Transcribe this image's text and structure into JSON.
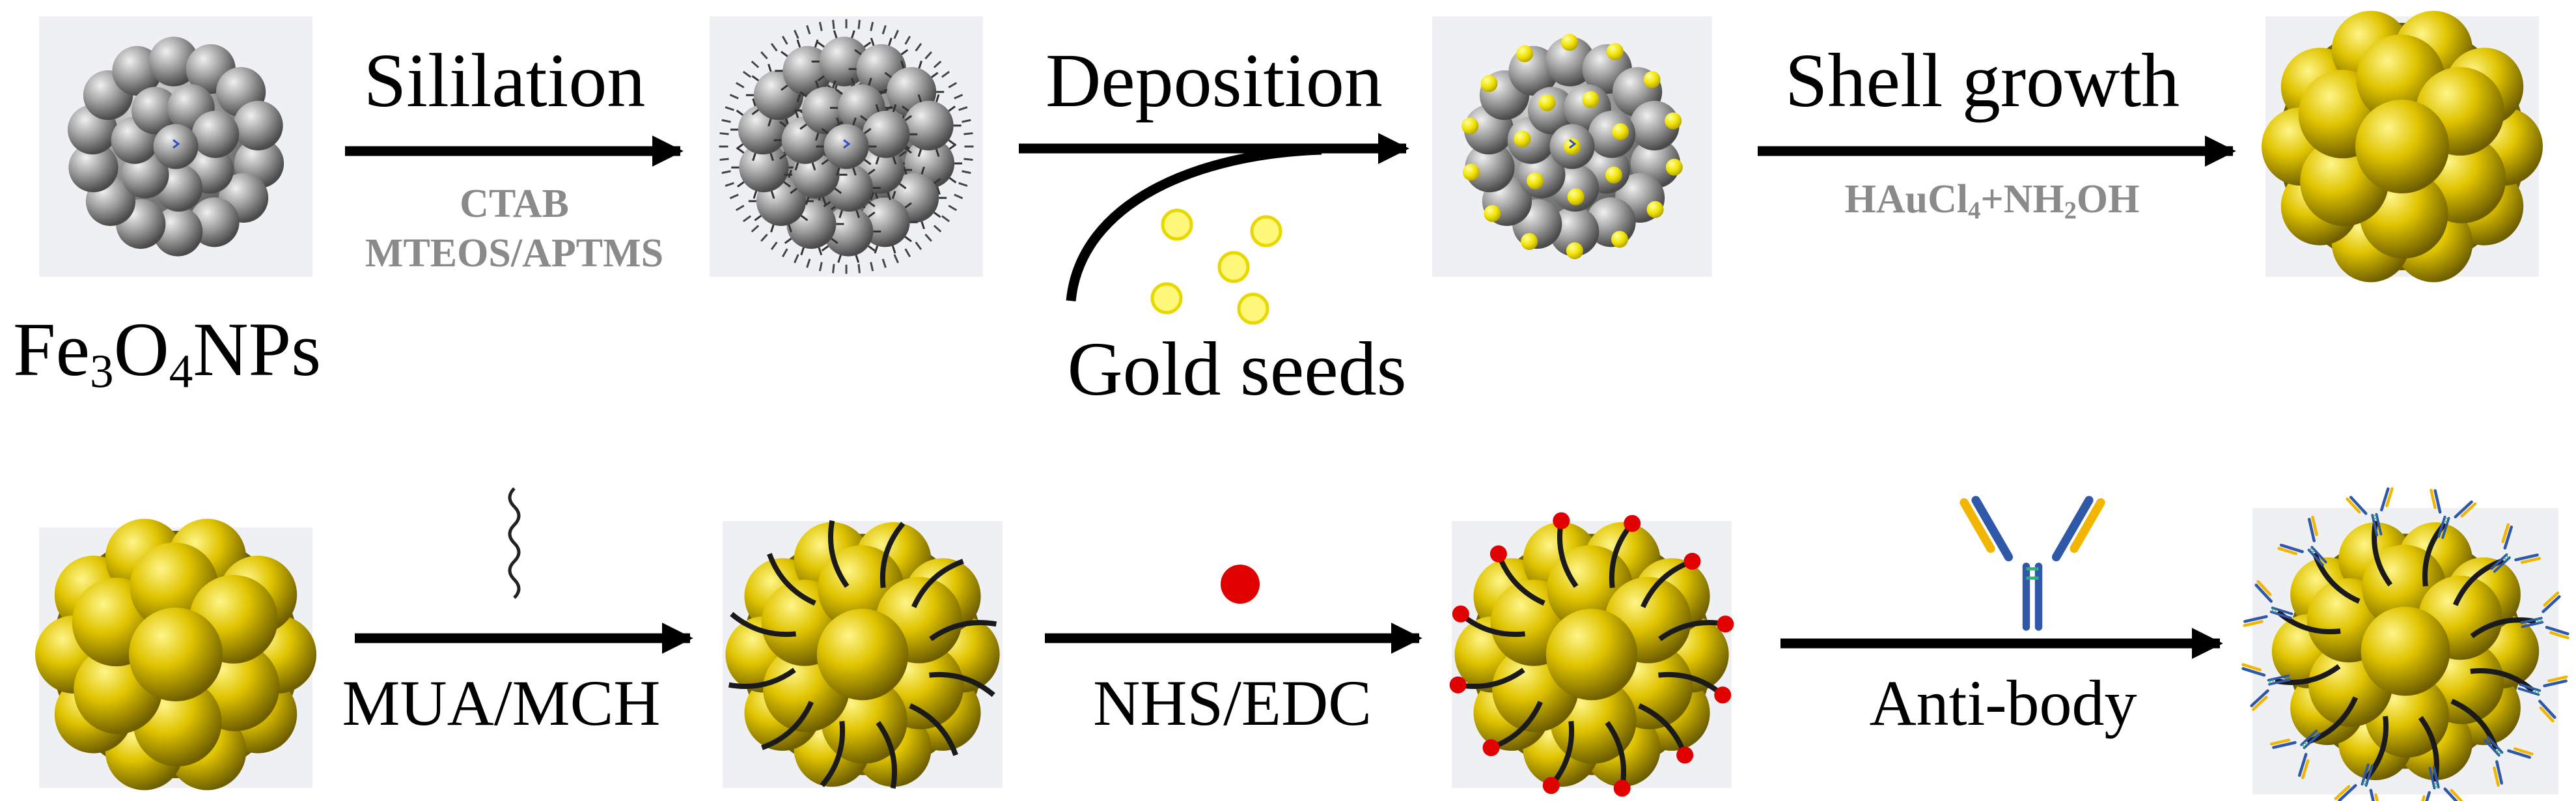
{
  "labels": {
    "fe3o4": {
      "main": "Fe",
      "sub1": "3",
      "mid": "O",
      "sub2": "4",
      "tail": "NPs"
    },
    "sililation": "Sililation",
    "ctab": "CTAB",
    "mteos": "MTEOS/APTMS",
    "deposition": "Deposition",
    "gold_seeds": "Gold seeds",
    "shell_growth": "Shell growth",
    "haucl": {
      "a": "HAuCl",
      "s1": "4",
      "b": "+NH",
      "s2": "2",
      "c": "OH"
    },
    "mua": "MUA/MCH",
    "nhs": "NHS/EDC",
    "antibody": "Anti-body"
  },
  "colors": {
    "gray_core": "#8c8c8c",
    "gold": "#e6c400",
    "arrow": "#000000",
    "reagent": "#8a8a8a",
    "nhs_dot": "#e00000",
    "antibody_blue": "#2f58a8",
    "antibody_yellow": "#f2b500",
    "antibody_hinge": "#2bb573"
  },
  "icons": [
    "gray-nanoparticle-icon",
    "silica-coated-nanoparticle-icon",
    "gold-seeded-nanoparticle-icon",
    "gold-nanoshell-icon",
    "ligand-chain-icon",
    "nhs-dot-icon",
    "antibody-icon",
    "gold-seed-icon"
  ]
}
